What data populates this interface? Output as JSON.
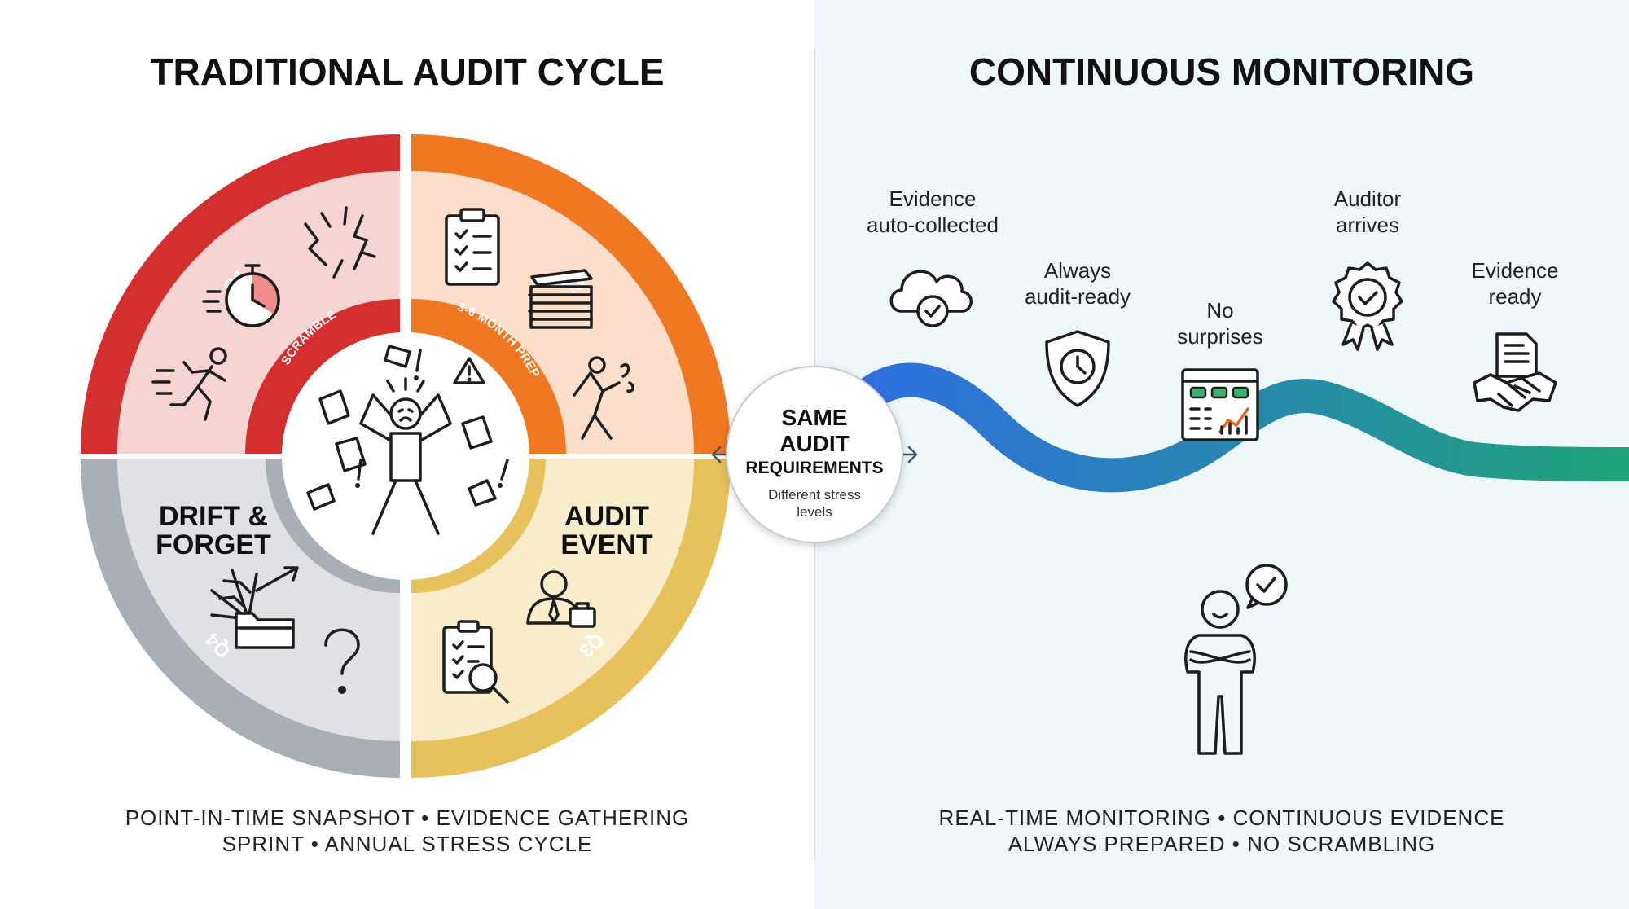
{
  "left": {
    "title": "TRADITIONAL AUDIT CYCLE",
    "quarters": [
      {
        "id": "q1",
        "label": "Q1",
        "band": "SCRAMBLE",
        "color": "#d32f2f",
        "fill": "#f6d4d2"
      },
      {
        "id": "q2",
        "label": "Q2",
        "band": "3-6 MONTH PREP",
        "color": "#f07822",
        "fill": "#fcdfcb"
      },
      {
        "id": "q3",
        "label": "Q3",
        "band": "",
        "big": [
          "AUDIT",
          "EVENT"
        ],
        "color": "#e6c15c",
        "fill": "#f9eccb"
      },
      {
        "id": "q4",
        "label": "Q4",
        "band": "",
        "big": [
          "DRIFT &",
          "FORGET"
        ],
        "color": "#a9afb7",
        "fill": "#dfe1e5"
      }
    ],
    "caption": [
      "POINT-IN-TIME SNAPSHOT • EVIDENCE GATHERING",
      "SPRINT • ANNUAL STRESS CYCLE"
    ]
  },
  "center": {
    "lines": [
      "SAME",
      "AUDIT",
      "REQUIREMENTS"
    ],
    "sub": [
      "Different stress",
      "levels"
    ]
  },
  "right": {
    "title": "CONTINUOUS MONITORING",
    "milestones": [
      {
        "id": "evidence-auto",
        "lines": [
          "Evidence",
          "auto-collected"
        ],
        "icon": "cloud-check-icon"
      },
      {
        "id": "always-ready",
        "lines": [
          "Always",
          "audit-ready"
        ],
        "icon": "shield-clock-icon"
      },
      {
        "id": "no-surprises",
        "lines": [
          "No",
          "surprises"
        ],
        "icon": "dashboard-icon"
      },
      {
        "id": "auditor-arrives",
        "lines": [
          "Auditor",
          "arrives"
        ],
        "icon": "award-badge-icon"
      },
      {
        "id": "evidence-ready",
        "lines": [
          "Evidence",
          "ready"
        ],
        "icon": "handshake-document-icon"
      }
    ],
    "caption": [
      "REAL-TIME MONITORING • CONTINUOUS EVIDENCE",
      "ALWAYS PREPARED • NO SCRAMBLING"
    ]
  },
  "colors": {
    "wave_start": "#2f6fe0",
    "wave_end": "#1fa37a",
    "right_bg": "#eef8fb"
  }
}
